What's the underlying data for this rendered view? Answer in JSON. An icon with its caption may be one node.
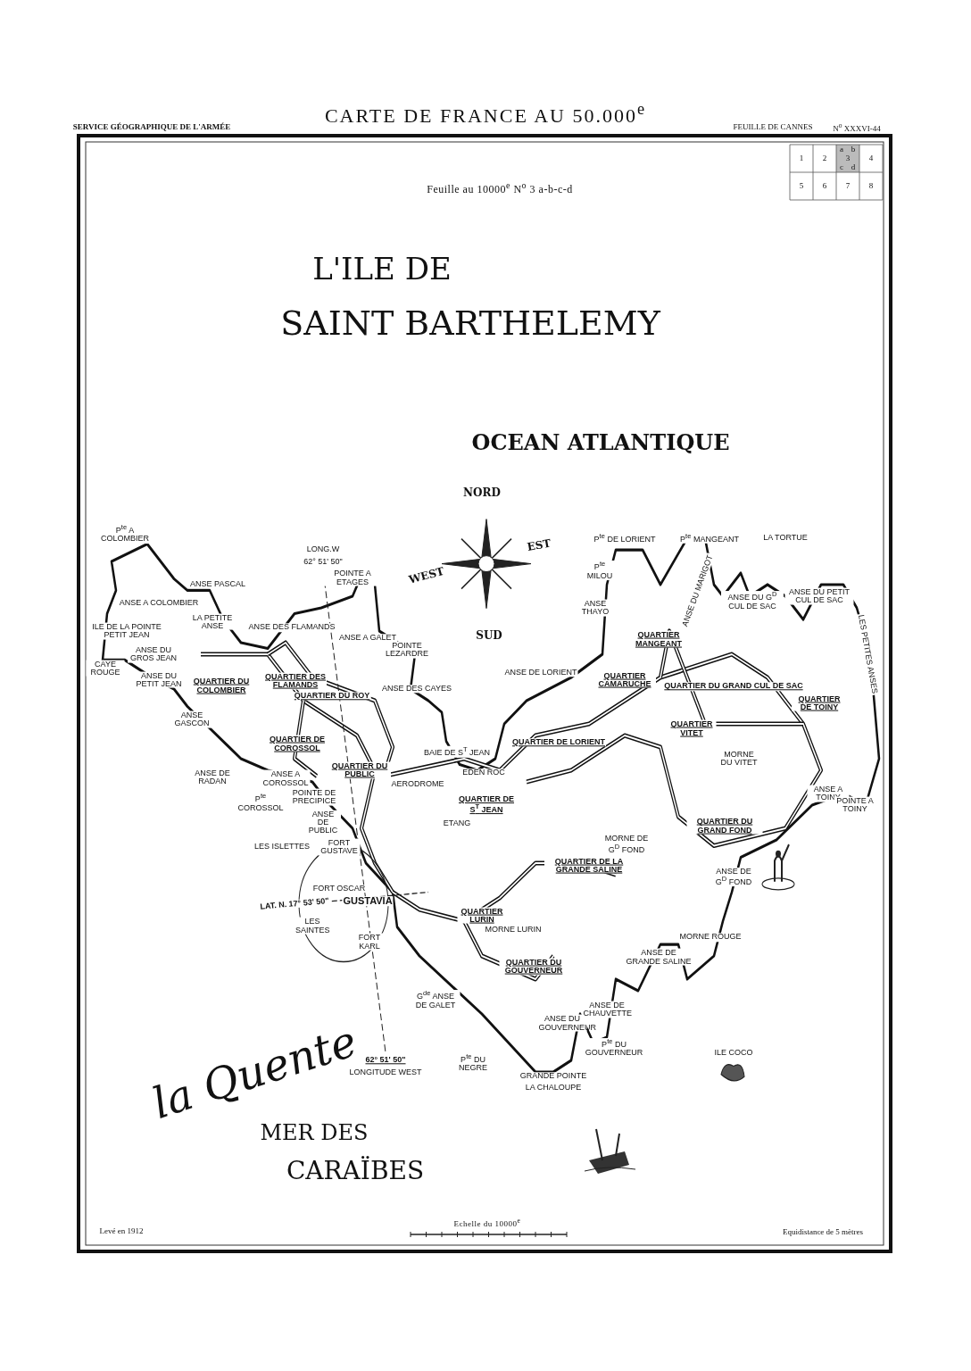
{
  "diagram": {
    "title": "CARTE DE FRANCE AU 50.000$^{e}$",
    "labels": [
      "SERVICE GÉOGRAPHIQUE DE L'ARMÉE",
      "FEUILLE DE CANNES",
      "N$^{o}$ XXXVI-44",
      "1",
      "2",
      "a",
      "b",
      "3",
      "c",
      "d",
      "4",
      "5",
      "6",
      "7",
      "8",
      "Feuille au 10000$^{e}$ N$^{o}$ 3 a-b-c-d",
      "L'ILE DE",
      "SAINT BARTHELEMY",
      "OCEAN ATLANTIQUE",
      "NORD",
      "EST",
      "WEST",
      "SUD",
      "P$^{te}$ A COLOMBIER",
      "ANSE PASCAL",
      "ANSE A COLOMBIER",
      "ILE DE LA POINTE PETIT JEAN",
      "CAYE ROUGE",
      "ANSE DU GROS JEAN",
      "ANSE DU PETIT JEAN",
      "LA PETITE ANSE",
      "ANSE DES FLAMANDS",
      "LONG.W",
      "62° 51' 50\"",
      "POINTE A ETAGES",
      "ANSE A GALET",
      "POINTE LEZARDRE",
      "QUARTIER DU COLOMBIER",
      "QUARTIER DES FLAMANDS",
      "QUARTIER DU ROY",
      "ANSE DES CAYES",
      "ANSE GASCON",
      "QUARTIER DE COROSSOL",
      "QUARTIER DU PUBLIC",
      "ANSE DE RADAN",
      "P$^{te}$ COROSSOL",
      "ANSE A COROSSOL",
      "POINTE DE PRECIPICE",
      "ANSE DE PUBLIC",
      "LES ISLETTES",
      "FORT GUSTAVE",
      "AERODROME",
      "BAIE DE S$^{T}$ JEAN",
      "EDEN ROC",
      "QUARTIER DE S$^{T}$ JEAN",
      "ETANG",
      "P$^{te}$ MILOU",
      "ANSE THAYO",
      "ANSE DE LORIENT",
      "QUARTIER DE LORIENT",
      "P$^{te}$ DE LORIENT",
      "P$^{te}$ MANGEANT",
      "LA TORTUE",
      "ANSE DU MARIGOT",
      "ANSE DU G$^{D}$ CUL DE SAC",
      "ANSE DU PETIT CUL DE SAC",
      "LES PETITES ANSES",
      "QUARTIER MANGEANT",
      "QUARTIER CAMARUCHE",
      "QUARTIER DU GRAND CUL DE SAC",
      "QUARTIER DE TOINY",
      "QUARTIER VITET",
      "MORNE DU VITET",
      "ANSE A TOINY",
      "POINTE A TOINY",
      "QUARTIER DU GRAND FOND",
      "MORNE DE G$^{D}$ FOND",
      "QUARTIER DE LA GRANDE SALINE",
      "ANSE DE G$^{D}$ FOND",
      "LAT. N. 17° 53' 50\"",
      "FORT OSCAR",
      "GUSTAVIA",
      "LES SAINTES",
      "FORT KARL",
      "G$^{de}$ ANSE DE GALET",
      "QUARTIER LURIN",
      "MORNE LURIN",
      "QUARTIER DU GOUVERNEUR",
      "ANSE DE GRANDE SALINE",
      "MORNE ROUGE",
      "ANSE DU GOUVERNEUR",
      "ANSE DE CHAUVETTE",
      "P$^{te}$ DU GOUVERNEUR",
      "P$^{te}$ DU NEGRE",
      "GRANDE POINTE",
      "LA CHALOUPE",
      "ILE COCO",
      "62° 51' 50\"",
      "LONGITUDE WEST",
      "la Quente",
      "MER DES",
      "CARAÏBES",
      "Levé en 1912",
      "Echelle du 10000$^{e}$",
      "Equidistance de 5 mètres"
    ]
  }
}
